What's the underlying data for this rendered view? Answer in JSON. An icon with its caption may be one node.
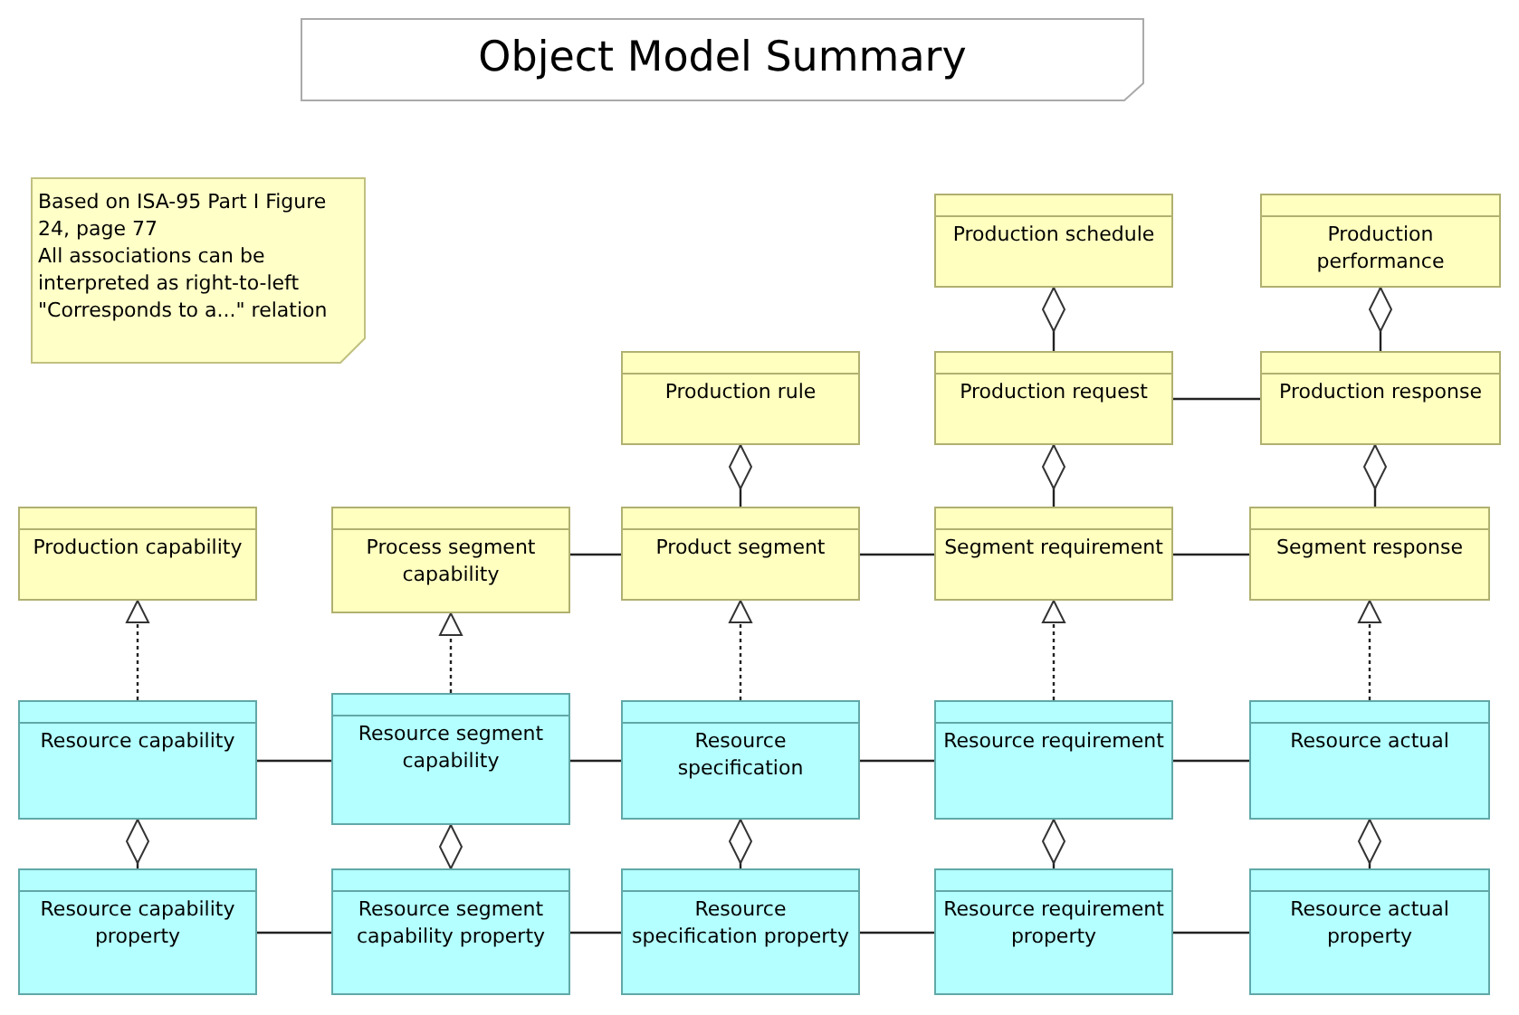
{
  "diagram": {
    "title": "Object Model Summary",
    "nodes": [
      {
        "text": [
          "Based on ISA-95 Part I Figure 24, page 77",
          "All associations can be interpreted as right-to-left \"Corresponds to a...\" relation"
        ]
      },
      {
        "text": [
          "Production schedule"
        ]
      },
      {
        "text": [
          "Production performance"
        ]
      },
      {
        "text": [
          "Production rule"
        ]
      },
      {
        "text": [
          "Production request"
        ]
      },
      {
        "text": [
          "Production response"
        ]
      },
      {
        "text": [
          "Production capability"
        ]
      },
      {
        "text": [
          "Process segment capability"
        ]
      },
      {
        "text": [
          "Product segment"
        ]
      },
      {
        "text": [
          "Segment requirement"
        ]
      },
      {
        "text": [
          "Segment response"
        ]
      },
      {
        "text": [
          "Resource capability"
        ]
      },
      {
        "text": [
          "Resource segment capability"
        ]
      },
      {
        "text": [
          "Resource specification"
        ]
      },
      {
        "text": [
          "Resource requirement"
        ]
      },
      {
        "text": [
          "Resource actual"
        ]
      },
      {
        "text": [
          "Resource capability property"
        ]
      },
      {
        "text": [
          "Resource segment capability property"
        ]
      },
      {
        "text": [
          "Resource specification property"
        ]
      },
      {
        "text": [
          "Resource requirement property"
        ]
      },
      {
        "text": [
          "Resource actual property"
        ]
      }
    ],
    "edges": [
      {
        "from": 1,
        "to": 4,
        "arrow": "other"
      },
      {
        "from": 2,
        "to": 5,
        "arrow": "other"
      },
      {
        "from": 3,
        "to": 8,
        "arrow": "other"
      },
      {
        "from": 4,
        "to": 9,
        "arrow": "other"
      },
      {
        "from": 5,
        "to": 10,
        "arrow": "other"
      },
      {
        "from": 4,
        "to": 5,
        "arrow": "none"
      },
      {
        "from": 7,
        "to": 8,
        "arrow": "none"
      },
      {
        "from": 8,
        "to": 9,
        "arrow": "none"
      },
      {
        "from": 9,
        "to": 10,
        "arrow": "none"
      },
      {
        "from": 11,
        "to": 6,
        "arrow": "to",
        "style": "dashed"
      },
      {
        "from": 12,
        "to": 7,
        "arrow": "to",
        "style": "dashed"
      },
      {
        "from": 13,
        "to": 8,
        "arrow": "to",
        "style": "dashed"
      },
      {
        "from": 14,
        "to": 9,
        "arrow": "to",
        "style": "dashed"
      },
      {
        "from": 15,
        "to": 10,
        "arrow": "to",
        "style": "dashed"
      },
      {
        "from": 11,
        "to": 12,
        "arrow": "none"
      },
      {
        "from": 12,
        "to": 13,
        "arrow": "none"
      },
      {
        "from": 13,
        "to": 14,
        "arrow": "none"
      },
      {
        "from": 14,
        "to": 15,
        "arrow": "none"
      },
      {
        "from": 11,
        "to": 16,
        "arrow": "other"
      },
      {
        "from": 12,
        "to": 17,
        "arrow": "other"
      },
      {
        "from": 13,
        "to": 18,
        "arrow": "other"
      },
      {
        "from": 14,
        "to": 19,
        "arrow": "other"
      },
      {
        "from": 15,
        "to": 20,
        "arrow": "other"
      },
      {
        "from": 16,
        "to": 17,
        "arrow": "none"
      },
      {
        "from": 17,
        "to": 18,
        "arrow": "none"
      },
      {
        "from": 18,
        "to": 19,
        "arrow": "none"
      },
      {
        "from": 19,
        "to": 20,
        "arrow": "none"
      }
    ]
  }
}
